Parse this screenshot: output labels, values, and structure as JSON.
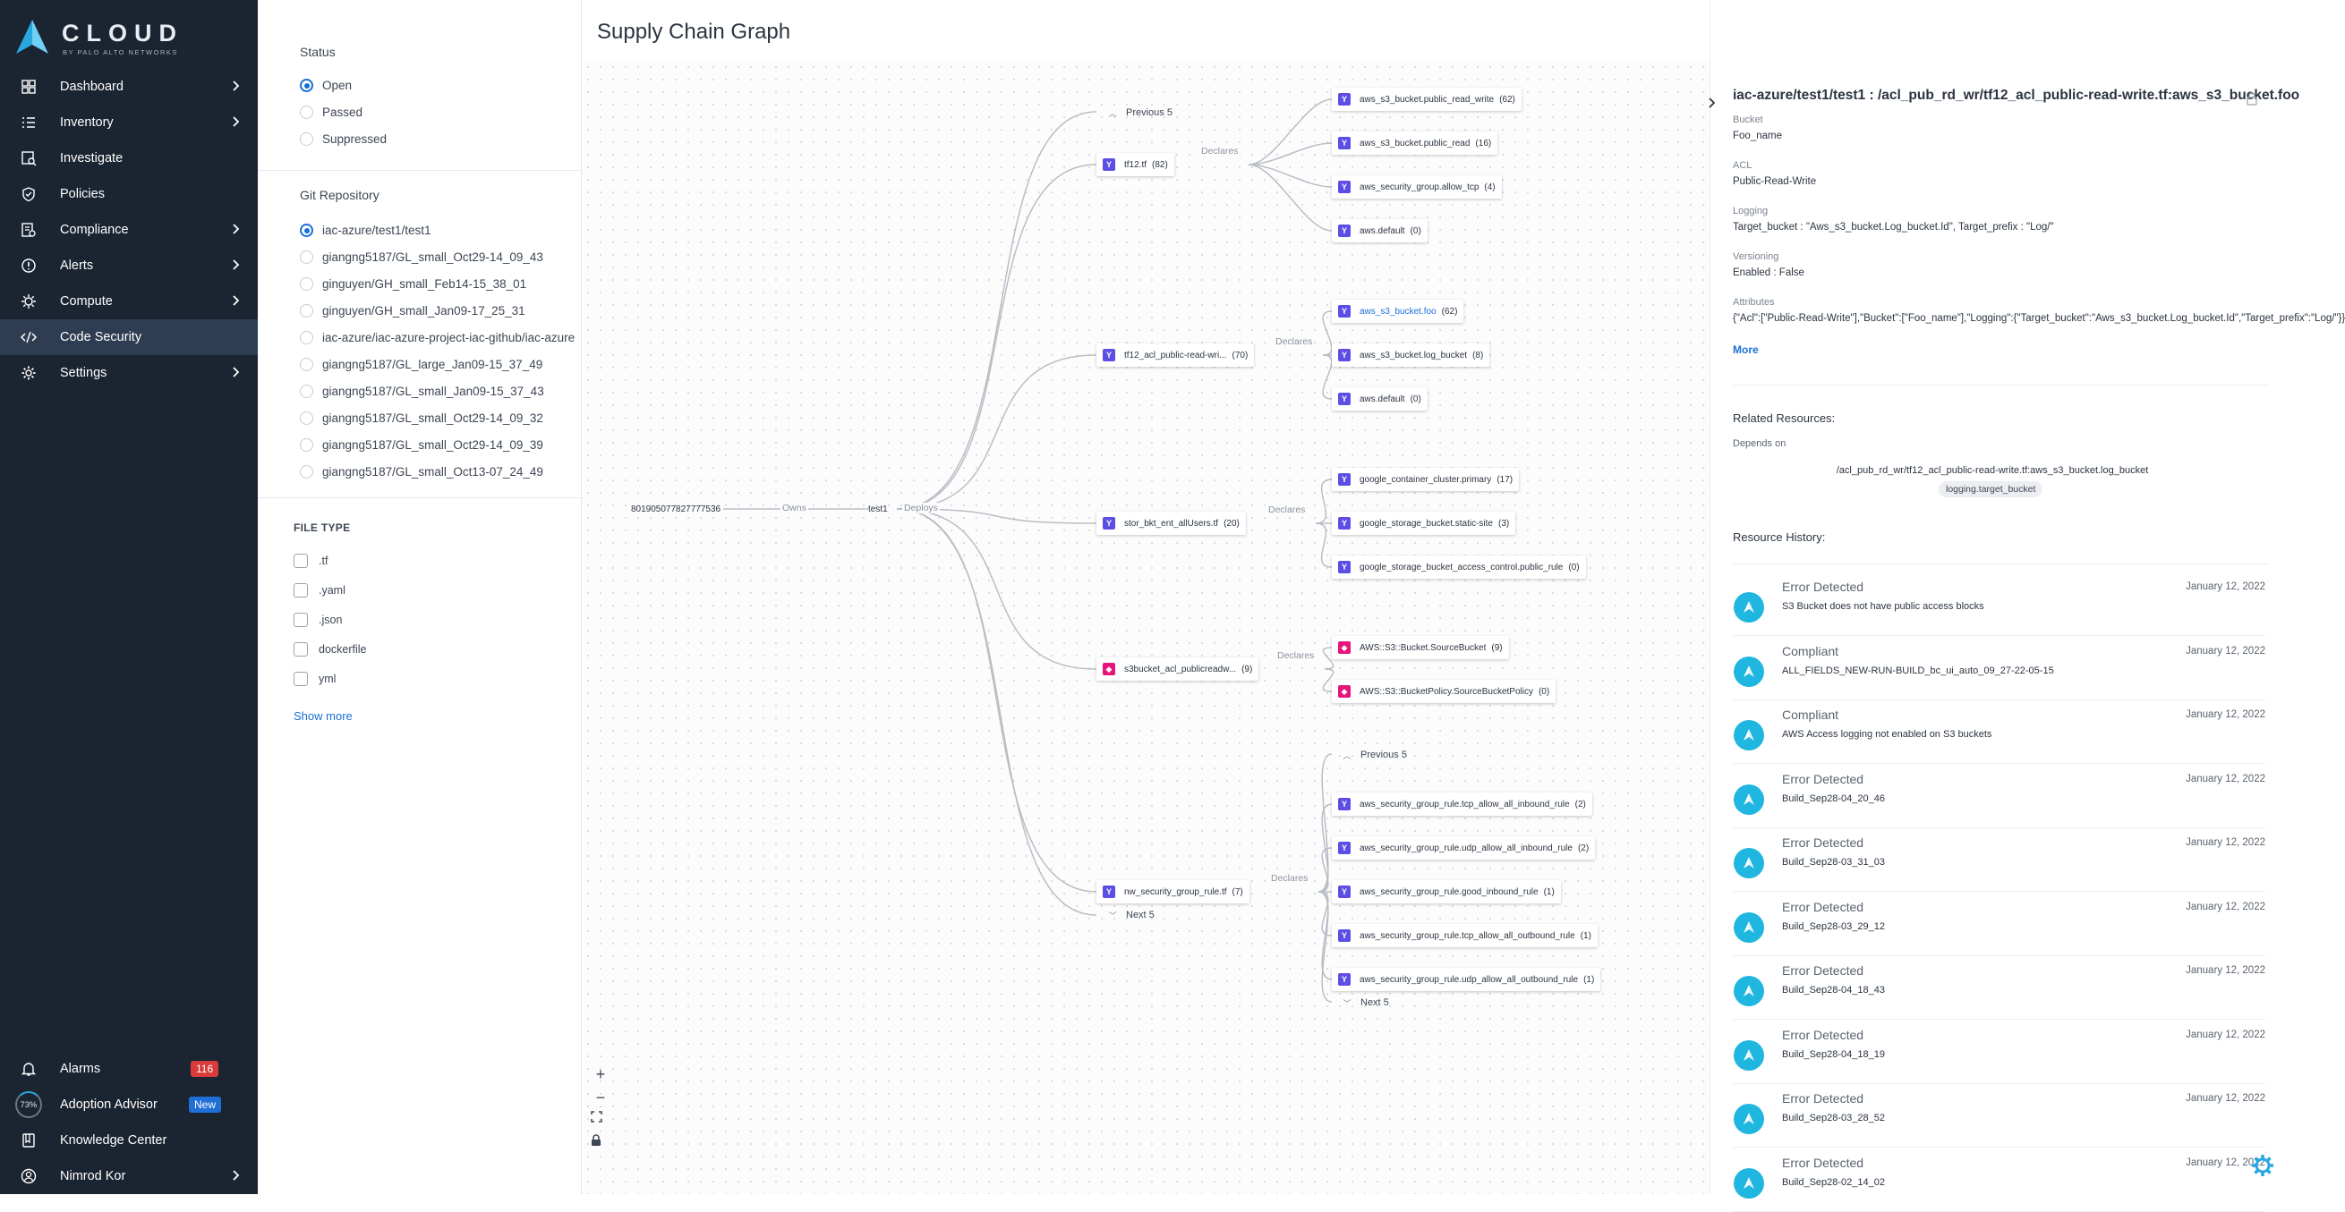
{
  "brand": {
    "name": "CLOUD",
    "tagline": "BY PALO ALTO NETWORKS"
  },
  "nav": {
    "items": [
      {
        "label": "Dashboard",
        "icon": "dashboard-icon",
        "chevron": true
      },
      {
        "label": "Inventory",
        "icon": "inventory-icon",
        "chevron": true
      },
      {
        "label": "Investigate",
        "icon": "investigate-icon",
        "chevron": false
      },
      {
        "label": "Policies",
        "icon": "shield-icon",
        "chevron": false
      },
      {
        "label": "Compliance",
        "icon": "compliance-icon",
        "chevron": true
      },
      {
        "label": "Alerts",
        "icon": "alert-icon",
        "chevron": true
      },
      {
        "label": "Compute",
        "icon": "compute-icon",
        "chevron": true
      },
      {
        "label": "Code Security",
        "icon": "code-icon",
        "chevron": false,
        "active": true
      },
      {
        "label": "Settings",
        "icon": "gear-icon",
        "chevron": true
      }
    ],
    "bottom": {
      "alarms": {
        "label": "Alarms",
        "count": "116"
      },
      "adoption": {
        "label": "Adoption Advisor",
        "percent": "73%",
        "badge": "New"
      },
      "knowledge": {
        "label": "Knowledge Center"
      },
      "user": {
        "label": "Nimrod Kor"
      }
    }
  },
  "filters": {
    "status": {
      "title": "Status",
      "options": [
        {
          "label": "Open",
          "selected": true
        },
        {
          "label": "Passed",
          "selected": false
        },
        {
          "label": "Suppressed",
          "selected": false
        }
      ]
    },
    "git": {
      "title": "Git Repository",
      "options": [
        {
          "label": "iac-azure/test1/test1",
          "selected": true
        },
        {
          "label": "giangng5187/GL_small_Oct29-14_09_43",
          "selected": false
        },
        {
          "label": "ginguyen/GH_small_Feb14-15_38_01",
          "selected": false
        },
        {
          "label": "ginguyen/GH_small_Jan09-17_25_31",
          "selected": false
        },
        {
          "label": "iac-azure/iac-azure-project-iac-github/iac-azure",
          "selected": false
        },
        {
          "label": "giangng5187/GL_large_Jan09-15_37_49",
          "selected": false
        },
        {
          "label": "giangng5187/GL_small_Jan09-15_37_43",
          "selected": false
        },
        {
          "label": "giangng5187/GL_small_Oct29-14_09_32",
          "selected": false
        },
        {
          "label": "giangng5187/GL_small_Oct29-14_09_39",
          "selected": false
        },
        {
          "label": "giangng5187/GL_small_Oct13-07_24_49",
          "selected": false
        }
      ]
    },
    "filetype": {
      "title": "FILE TYPE",
      "options": [
        ".tf",
        ".yaml",
        ".json",
        "dockerfile",
        "yml"
      ],
      "show_more": "Show more"
    }
  },
  "graph": {
    "title": "Supply Chain Graph",
    "root": "801905077827777536",
    "repo": "test1",
    "edge_labels": {
      "owns": "Owns",
      "deploys": "Deploys",
      "declares": "Declares"
    },
    "pagers": {
      "previous": "Previous 5",
      "next": "Next 5"
    },
    "files": [
      {
        "name": "tf12.tf",
        "count": "(82)",
        "type": "terraform"
      },
      {
        "name": "tf12_acl_public-read-wri...",
        "count": "(70)",
        "type": "terraform"
      },
      {
        "name": "stor_bkt_ent_allUsers.tf",
        "count": "(20)",
        "type": "terraform"
      },
      {
        "name": "s3bucket_acl_publicreadw...",
        "count": "(9)",
        "type": "cloudformation"
      },
      {
        "name": "nw_security_group_rule.tf",
        "count": "(7)",
        "type": "terraform"
      }
    ],
    "resources": [
      {
        "name": "aws_s3_bucket.public_read_write",
        "count": "(62)",
        "type": "terraform"
      },
      {
        "name": "aws_s3_bucket.public_read",
        "count": "(16)",
        "type": "terraform"
      },
      {
        "name": "aws_security_group.allow_tcp",
        "count": "(4)",
        "type": "terraform"
      },
      {
        "name": "aws.default",
        "count": "(0)",
        "type": "terraform"
      },
      {
        "name": "aws_s3_bucket.foo",
        "count": "(62)",
        "type": "terraform",
        "selected": true
      },
      {
        "name": "aws_s3_bucket.log_bucket",
        "count": "(8)",
        "type": "terraform"
      },
      {
        "name": "aws.default",
        "count": "(0)",
        "type": "terraform"
      },
      {
        "name": "google_container_cluster.primary",
        "count": "(17)",
        "type": "terraform"
      },
      {
        "name": "google_storage_bucket.static-site",
        "count": "(3)",
        "type": "terraform"
      },
      {
        "name": "google_storage_bucket_access_control.public_rule",
        "count": "(0)",
        "type": "terraform"
      },
      {
        "name": "AWS::S3::Bucket.SourceBucket",
        "count": "(9)",
        "type": "cloudformation"
      },
      {
        "name": "AWS::S3::BucketPolicy.SourceBucketPolicy",
        "count": "(0)",
        "type": "cloudformation"
      },
      {
        "name": "aws_security_group_rule.tcp_allow_all_inbound_rule",
        "count": "(2)",
        "type": "terraform"
      },
      {
        "name": "aws_security_group_rule.udp_allow_all_inbound_rule",
        "count": "(2)",
        "type": "terraform"
      },
      {
        "name": "aws_security_group_rule.good_inbound_rule",
        "count": "(1)",
        "type": "terraform"
      },
      {
        "name": "aws_security_group_rule.tcp_allow_all_outbound_rule",
        "count": "(1)",
        "type": "terraform"
      },
      {
        "name": "aws_security_group_rule.udp_allow_all_outbound_rule",
        "count": "(1)",
        "type": "terraform"
      }
    ],
    "zoom_controls": [
      "+",
      "−",
      "fit",
      "lock"
    ]
  },
  "detail": {
    "title": "iac-azure/test1/test1 : /acl_pub_rd_wr/tf12_acl_public-read-write.tf:aws_s3_bucket.foo",
    "fields": [
      {
        "key": "Bucket",
        "value": "Foo_name"
      },
      {
        "key": "ACL",
        "value": "Public-Read-Write"
      },
      {
        "key": "Logging",
        "value": "Target_bucket : \"Aws_s3_bucket.Log_bucket.Id\", Target_prefix : \"Log/\""
      },
      {
        "key": "Versioning",
        "value": "Enabled : False"
      },
      {
        "key": "Attributes",
        "value": "{\"Acl\":[\"Public-Read-Write\"],\"Bucket\":[\"Foo_name\"],\"Logging\":{\"Target_bucket\":\"Aws_s3_bucket.Log_bucket.Id\",\"Target_prefix\":\"Log/\"}}"
      }
    ],
    "more": "More",
    "related_title": "Related Resources:",
    "depends_on_label": "Depends on",
    "depends_on_path": "/acl_pub_rd_wr/tf12_acl_public-read-write.tf:aws_s3_bucket.log_bucket",
    "depends_on_tag": "logging.target_bucket",
    "history_title": "Resource History:",
    "history": [
      {
        "title": "Error Detected",
        "sub": "S3 Bucket does not have public access blocks",
        "date": "January 12, 2022"
      },
      {
        "title": "Compliant",
        "sub": "ALL_FIELDS_NEW-RUN-BUILD_bc_ui_auto_09_27-22-05-15",
        "date": "January 12, 2022"
      },
      {
        "title": "Compliant",
        "sub": "AWS Access logging not enabled on S3 buckets",
        "date": "January 12, 2022"
      },
      {
        "title": "Error Detected",
        "sub": "Build_Sep28-04_20_46",
        "date": "January 12, 2022"
      },
      {
        "title": "Error Detected",
        "sub": "Build_Sep28-03_31_03",
        "date": "January 12, 2022"
      },
      {
        "title": "Error Detected",
        "sub": "Build_Sep28-03_29_12",
        "date": "January 12, 2022"
      },
      {
        "title": "Error Detected",
        "sub": "Build_Sep28-04_18_43",
        "date": "January 12, 2022"
      },
      {
        "title": "Error Detected",
        "sub": "Build_Sep28-04_18_19",
        "date": "January 12, 2022"
      },
      {
        "title": "Error Detected",
        "sub": "Build_Sep28-03_28_52",
        "date": "January 12, 2022"
      },
      {
        "title": "Error Detected",
        "sub": "Build_Sep28-02_14_02",
        "date": "January 12, 2022"
      }
    ]
  },
  "colors": {
    "nav_bg": "#1b2431",
    "accent": "#1a6ed8",
    "terraform": "#5c4ee5",
    "cloudformation": "#e7157b",
    "history_icon": "#1fb6e0",
    "alarm_badge": "#d93a3a"
  }
}
